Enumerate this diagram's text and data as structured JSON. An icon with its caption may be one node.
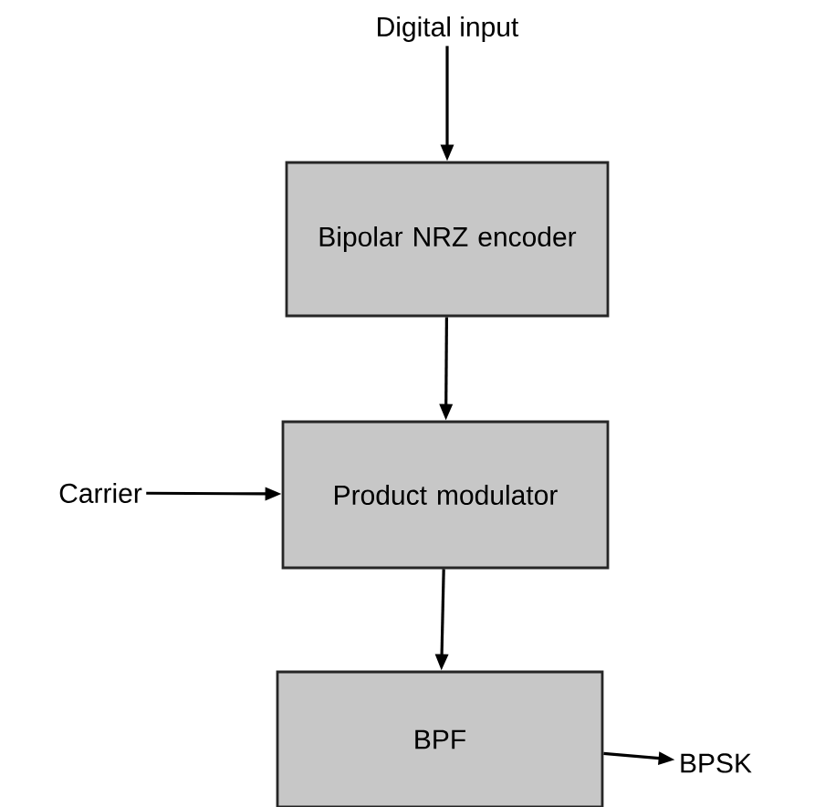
{
  "diagram": {
    "nodes": [
      {
        "text": [
          "Digital input"
        ]
      },
      {
        "text": [
          "Bipolar NRZ encoder"
        ]
      },
      {
        "text": [
          "Product modulator"
        ]
      },
      {
        "text": [
          "BPF"
        ]
      },
      {
        "text": [
          "Carrier"
        ]
      },
      {
        "text": [
          "BPSK"
        ]
      }
    ],
    "edges": [
      {
        "from": 0,
        "to": 1,
        "arrow": "to"
      },
      {
        "from": 1,
        "to": 2,
        "arrow": "to"
      },
      {
        "from": 4,
        "to": 2,
        "arrow": "to"
      },
      {
        "from": 2,
        "to": 3,
        "arrow": "to"
      },
      {
        "from": 3,
        "to": 5,
        "arrow": "to"
      }
    ]
  }
}
